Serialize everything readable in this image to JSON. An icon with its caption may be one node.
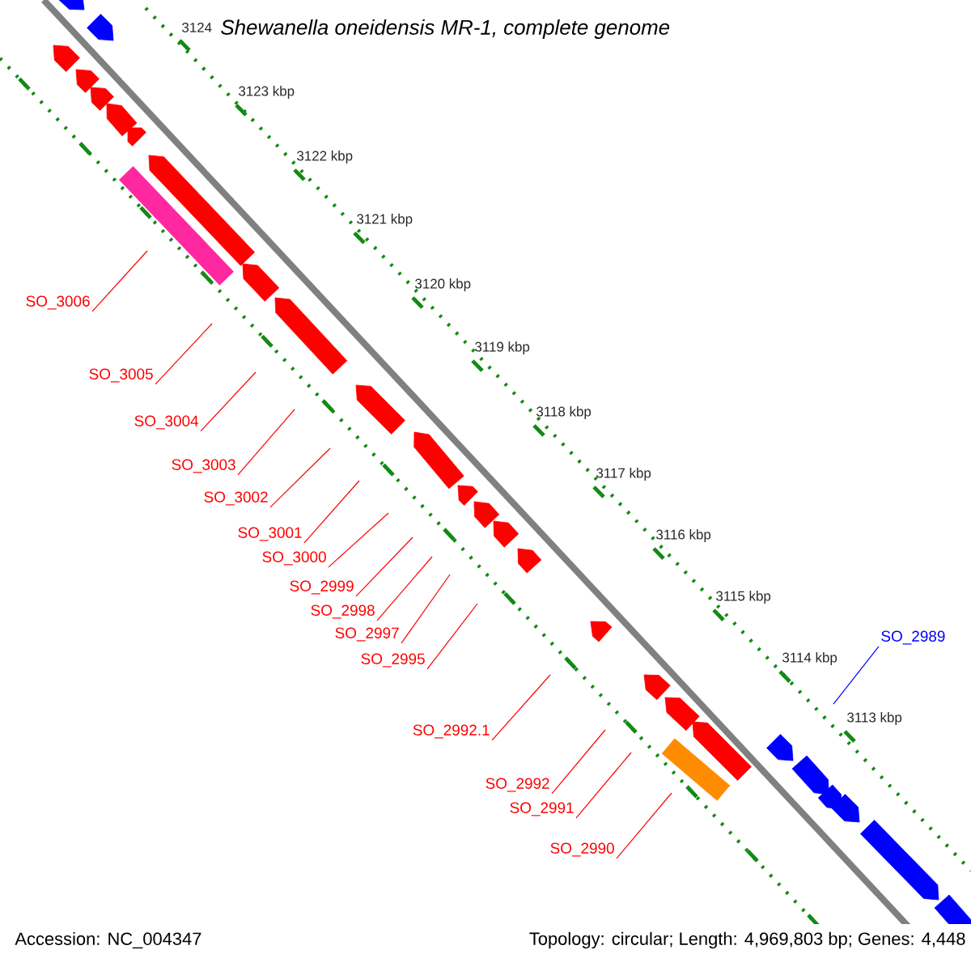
{
  "diagram": {
    "title": "*Shewanella oneidensis* MR-1, complete genome",
    "nodes": [
      {
        "text": [
          "SO_3006"
        ]
      },
      {
        "text": [
          "SO_3005"
        ]
      },
      {
        "text": [
          "SO_3004"
        ]
      },
      {
        "text": [
          "SO_3003"
        ]
      },
      {
        "text": [
          "SO_3002"
        ]
      },
      {
        "text": [
          "SO_3001"
        ]
      },
      {
        "text": [
          "SO_3000"
        ]
      },
      {
        "text": [
          "SO_2999"
        ]
      },
      {
        "text": [
          "SO_2998"
        ]
      },
      {
        "text": [
          "SO_2997"
        ]
      },
      {
        "text": [
          "SO_2995"
        ]
      },
      {
        "text": [
          "SO_2992.1"
        ]
      },
      {
        "text": [
          "SO_2992"
        ]
      },
      {
        "text": [
          "SO_2991"
        ]
      },
      {
        "text": [
          "SO_2990"
        ]
      },
      {
        "text": [
          "SO_2989"
        ]
      }
    ],
    "edges": [
      {
        "from": 0,
        "to": null,
        "arrow": "none"
      },
      {
        "from": 1,
        "to": null,
        "arrow": "none"
      },
      {
        "from": 2,
        "to": null,
        "arrow": "none"
      },
      {
        "from": 3,
        "to": null,
        "arrow": "none"
      },
      {
        "from": 4,
        "to": null,
        "arrow": "none"
      },
      {
        "from": 5,
        "to": null,
        "arrow": "none"
      },
      {
        "from": 6,
        "to": null,
        "arrow": "none"
      },
      {
        "from": 7,
        "to": null,
        "arrow": "none"
      },
      {
        "from": 8,
        "to": null,
        "arrow": "none"
      },
      {
        "from": 9,
        "to": null,
        "arrow": "none"
      },
      {
        "from": 10,
        "to": null,
        "arrow": "none"
      },
      {
        "from": 11,
        "to": null,
        "arrow": "none"
      },
      {
        "from": 12,
        "to": null,
        "arrow": "none"
      },
      {
        "from": 13,
        "to": null,
        "arrow": "none"
      },
      {
        "from": 14,
        "to": null,
        "arrow": "none"
      },
      {
        "from": 15,
        "to": null,
        "arrow": "none",
        "color": "#0000ff"
      }
    ],
    "labels": [
      "3124",
      "3123 kbp",
      "3122 kbp",
      "3121 kbp",
      "3120 kbp",
      "3119 kbp",
      "3118 kbp",
      "3117 kbp",
      "3116 kbp",
      "3115 kbp",
      "3114 kbp",
      "3113 kbp",
      "Accession: NC_004347",
      "Topology: circular; Length: 4,969,803 bp; Genes: 4,448"
    ]
  }
}
